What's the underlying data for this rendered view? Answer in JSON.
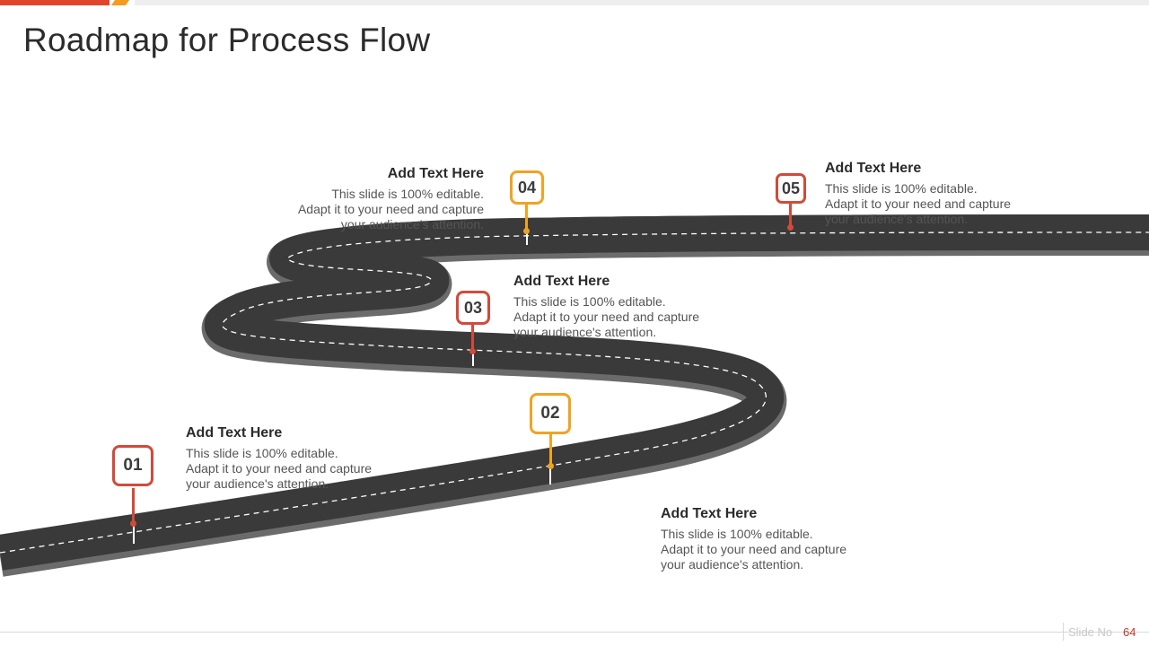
{
  "title": "Roadmap for Process Flow",
  "colors": {
    "accent_red": "#d24a3a",
    "accent_orange": "#f0a323",
    "road": "#3a3a3a"
  },
  "milestones": [
    {
      "number": "01",
      "heading": "Add Text Here",
      "body": [
        "This slide is 100% editable.",
        "Adapt it to your need and capture",
        "your audience's attention."
      ]
    },
    {
      "number": "02",
      "heading": "Add Text Here",
      "body": [
        "This slide is 100% editable.",
        "Adapt it to your need and capture",
        "your audience's attention."
      ]
    },
    {
      "number": "03",
      "heading": "Add Text Here",
      "body": [
        "This slide is 100% editable.",
        "Adapt it to your need and capture",
        "your audience's attention."
      ]
    },
    {
      "number": "04",
      "heading": "Add Text Here",
      "body": [
        "This slide is 100% editable.",
        "Adapt it to your need and capture",
        "your audience's attention."
      ]
    },
    {
      "number": "05",
      "heading": "Add Text Here",
      "body": [
        "This slide is 100% editable.",
        "Adapt it to your need and capture",
        "your audience's attention."
      ]
    }
  ],
  "footer": {
    "label": "Slide No",
    "number": "64"
  }
}
